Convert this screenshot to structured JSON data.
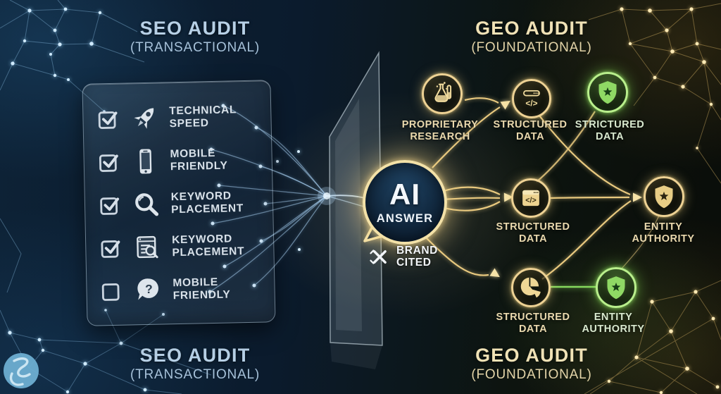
{
  "colors": {
    "accent_gold": "#eed294",
    "accent_green": "#8fdf5f",
    "accent_blue": "#9fc4e0",
    "cream_text": "#ead9ae",
    "green_text": "#d9e9cf",
    "blue_heading": "#b7d0e6"
  },
  "icon_glyphs": {
    "code": "</>",
    "question": "?"
  },
  "left_panel": {
    "heading_top": {
      "title": "SEO AUDIT",
      "subtitle": "(TRANSACTIONAL)"
    },
    "heading_bottom": {
      "title": "SEO AUDIT",
      "subtitle": "(TRANSACTIONAL)"
    },
    "checklist": [
      {
        "label": "TECHNICAL\nSPEED",
        "checked": true,
        "icon": "rocket-icon"
      },
      {
        "label": "MOBILE\nFRIENDLY",
        "checked": true,
        "icon": "smartphone-icon"
      },
      {
        "label": "KEYWORD\nPLACEMENT",
        "checked": true,
        "icon": "magnifier-icon"
      },
      {
        "label": "KEYWORD\nPLACEMENT",
        "checked": true,
        "icon": "document-search-icon"
      },
      {
        "label": "MOBILE\nFRIENDLY",
        "checked": false,
        "icon": "question-bubble-icon"
      }
    ]
  },
  "center": {
    "ai_bubble": {
      "line1": "AI",
      "line2": "ANSWER"
    },
    "brand_badge": {
      "label": "BRAND\nCITED",
      "icon": "brand-cited-icon"
    }
  },
  "right_panel": {
    "heading_top": {
      "title": "GEO AUDIT",
      "subtitle": "(FOUNDATIONAL)"
    },
    "heading_bottom": {
      "title": "GEO AUDIT",
      "subtitle": "(FOUNDATIONAL)"
    },
    "nodes": [
      {
        "label": "PROPRIETARY\nRESEARCH",
        "icon": "flask-icon",
        "style": "gold"
      },
      {
        "label": "STRUCTURED\nDATA",
        "icon": "code-icon",
        "style": "gold"
      },
      {
        "label": "STRICTURED\nDATA",
        "icon": "shield-star-icon",
        "style": "green"
      },
      {
        "label": "STRUCTURED\nDATA",
        "icon": "browser-code-icon",
        "style": "gold"
      },
      {
        "label": "ENTITY\nAUTHORITY",
        "icon": "shield-star-icon",
        "style": "gold"
      },
      {
        "label": "STRUCTURED\nDATA",
        "icon": "pie-chart-icon",
        "style": "gold"
      },
      {
        "label": "ENTITY\nAUTHORITY",
        "icon": "shield-star-icon",
        "style": "green"
      }
    ]
  }
}
